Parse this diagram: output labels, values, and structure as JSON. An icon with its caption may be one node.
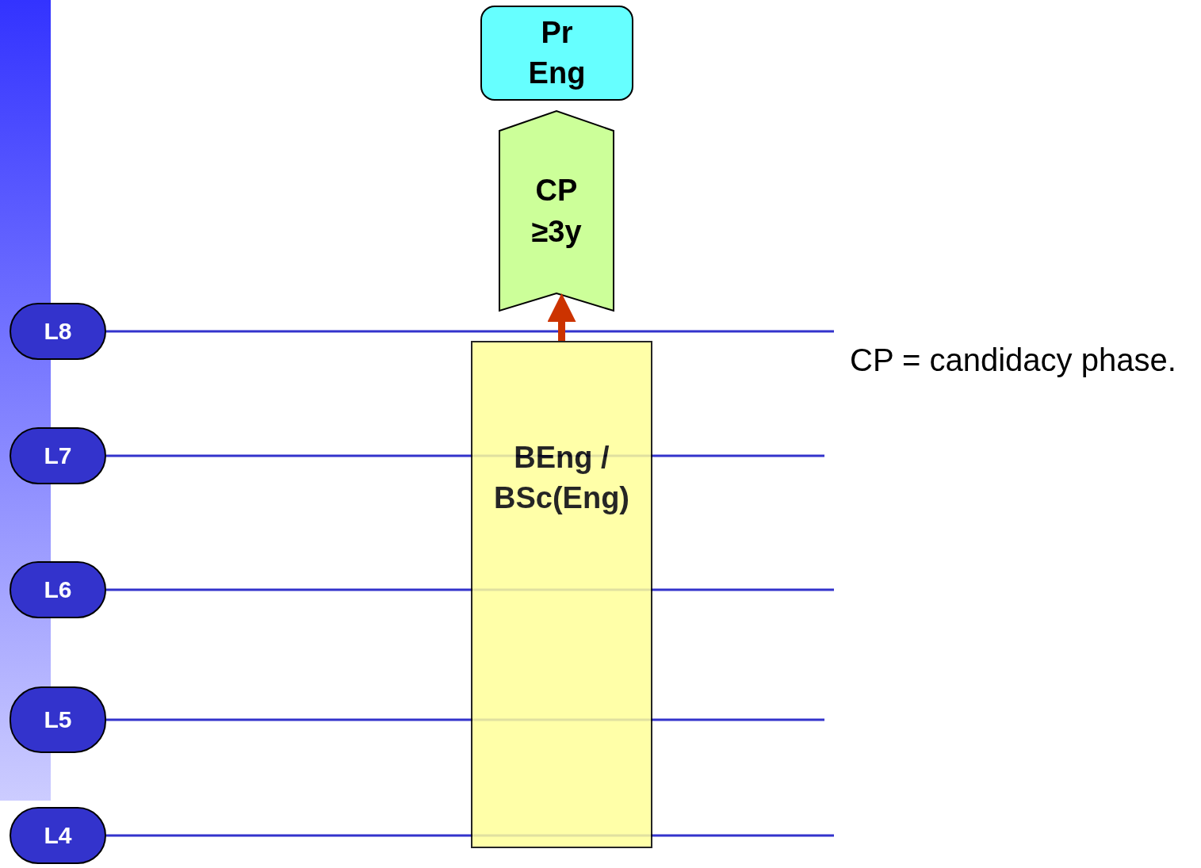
{
  "diagram": {
    "nodes": [
      {
        "text": [
          "Pr Eng"
        ]
      },
      {
        "text": [
          "CP ≥3y"
        ]
      },
      {
        "text": [
          "BEng / BSc(Eng)"
        ]
      },
      {
        "text": [
          "L8"
        ]
      },
      {
        "text": [
          "L7"
        ]
      },
      {
        "text": [
          "L6"
        ]
      },
      {
        "text": [
          "L5"
        ]
      },
      {
        "text": [
          "L4"
        ]
      },
      {
        "text": [],
        "shape": "bar"
      }
    ],
    "edges": [
      {
        "from": 2,
        "to": 1,
        "arrow": "to",
        "color": "#cc3300"
      }
    ],
    "labels": [
      "CP = candidacy phase."
    ]
  }
}
